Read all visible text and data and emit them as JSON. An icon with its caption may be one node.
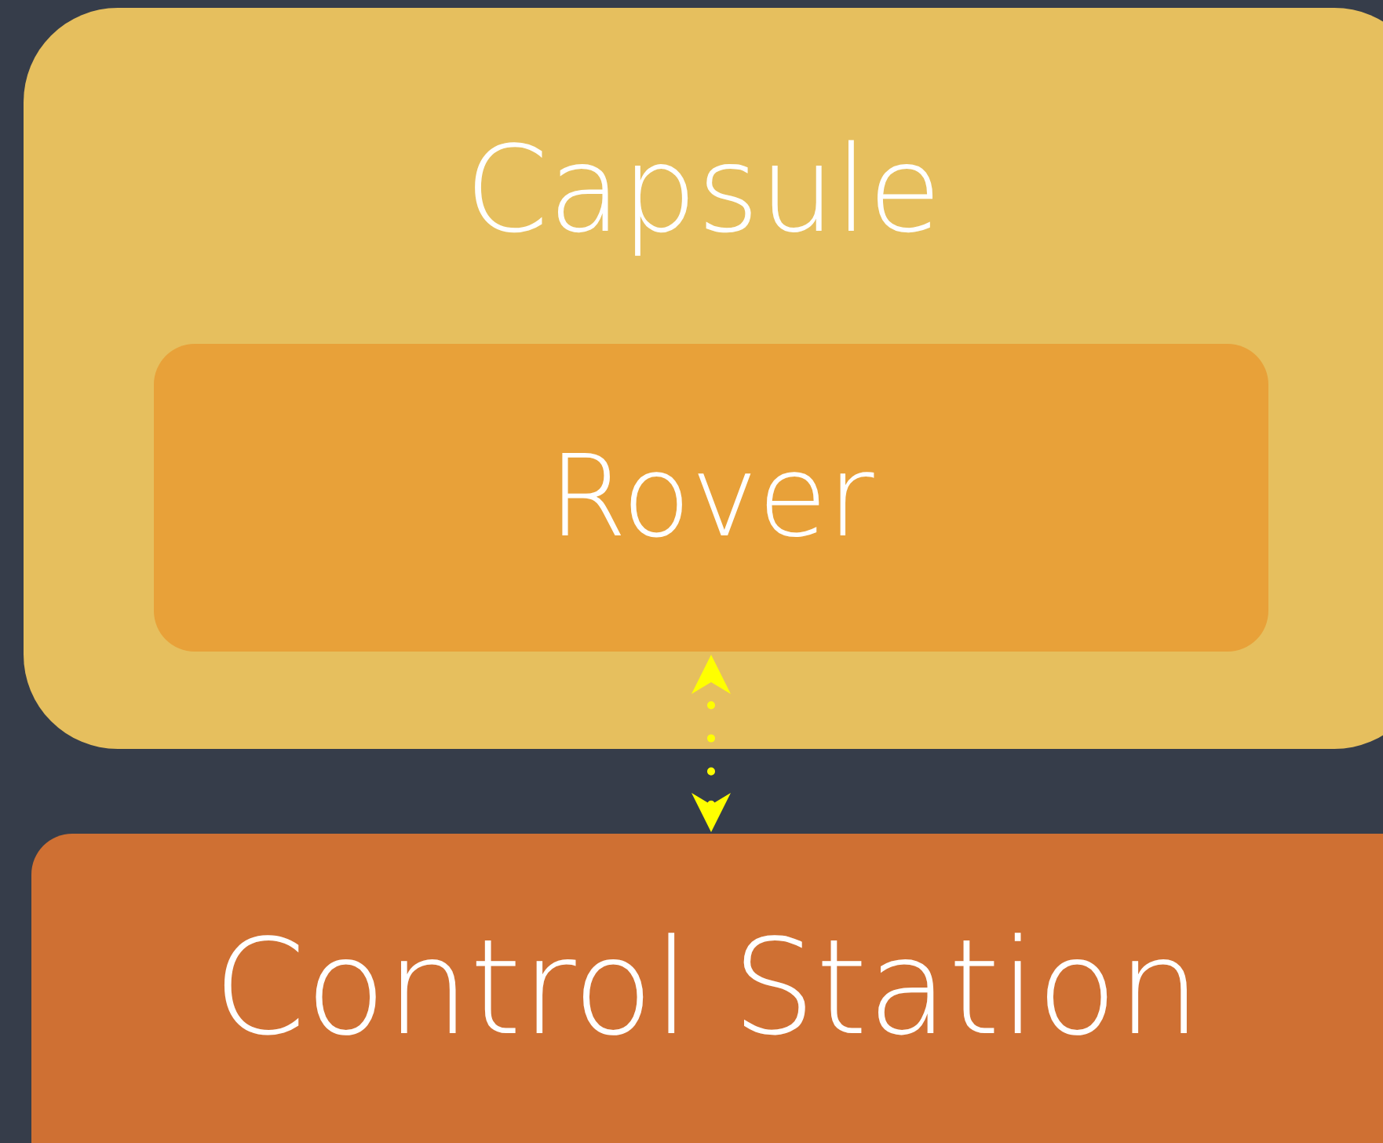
{
  "diagram": {
    "nodes": [
      {
        "text": [
          "Capsule"
        ]
      },
      {
        "text": [
          "Rover"
        ],
        "in": 0
      },
      {
        "text": [
          "Control Station"
        ]
      }
    ],
    "edges": [
      {
        "from": 1,
        "to": 2,
        "arrow": "both",
        "style": "dashed",
        "color": "#ffff00"
      }
    ]
  }
}
